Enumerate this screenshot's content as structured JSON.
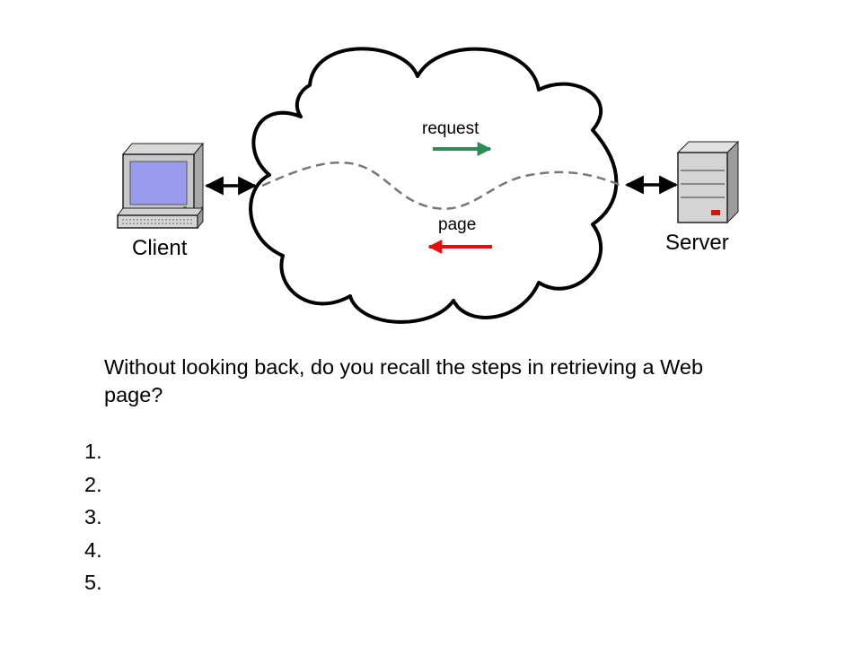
{
  "diagram": {
    "client_label": "Client",
    "server_label": "Server",
    "request_label": "request",
    "page_label": "page",
    "colors": {
      "request_arrow": "#2e8b57",
      "page_arrow": "#e01010",
      "monitor_screen": "#9a9aee",
      "server_led": "#e01010"
    },
    "icons": [
      "computer-icon",
      "server-icon",
      "internet-cloud"
    ]
  },
  "question": "Without looking back, do you recall the steps in retrieving a Web page?",
  "steps": [
    "1.",
    "2.",
    "3.",
    "4.",
    "5."
  ]
}
